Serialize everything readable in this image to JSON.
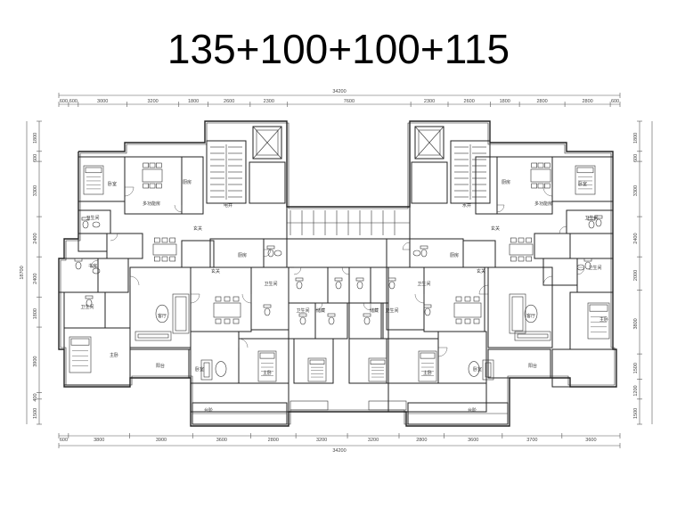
{
  "title": "135+100+100+115",
  "dimensions": {
    "overall_top": "34200",
    "overall_bottom": "34200",
    "overall_left": "18700",
    "top_row": [
      "600",
      "600",
      "3000",
      "3200",
      "1800",
      "2600",
      "2300",
      "7600",
      "2300",
      "2600",
      "1800",
      "2800",
      "2800",
      "600"
    ],
    "bottom_row": [
      "600",
      "3800",
      "3900",
      "3600",
      "2800",
      "3200",
      "3200",
      "2800",
      "3600",
      "3700",
      "3600"
    ],
    "left_col": [
      "1800",
      "600",
      "3300",
      "2400",
      "2400",
      "1800",
      "3900",
      "400",
      "1500"
    ],
    "right_col": [
      "1800",
      "600",
      "3300",
      "2400",
      "2000",
      "3800",
      "1500",
      "1200",
      "1500"
    ]
  },
  "room_labels": {
    "bedroom": "卧室",
    "master_bedroom": "主卧",
    "living": "客厅",
    "dining": "多功能房",
    "kitchen": "厨房",
    "bathroom": "卫生间",
    "foyer": "玄关",
    "balcony": "阳台",
    "terrace": "台阶",
    "water_well": "水井",
    "elec_well": "电井",
    "storage": "储藏",
    "study": "书房"
  }
}
